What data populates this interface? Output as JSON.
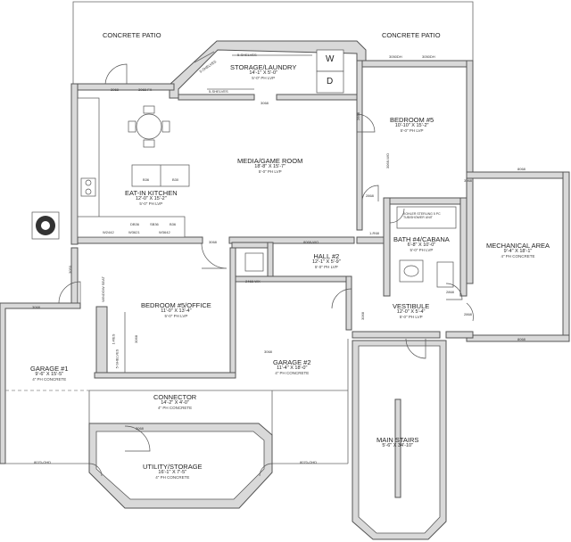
{
  "rooms": {
    "patio_left": {
      "name": "CONCRETE PATIO"
    },
    "patio_right": {
      "name": "CONCRETE PATIO"
    },
    "storage_laundry": {
      "name": "STORAGE/LAUNDRY",
      "size": "14'-1\" X 5'-0\"",
      "floor": "5'-0\" PH LVP"
    },
    "bedroom5": {
      "name": "BEDROOM #5",
      "size": "10'-10\" X 15'-2\"",
      "floor": "5'-0\" PH LVP"
    },
    "media": {
      "name": "MEDIA/GAME ROOM",
      "size": "18'-8\" X 15'-7\"",
      "floor": "5'-0\" PH LVP"
    },
    "kitchen": {
      "name": "EAT-IN KITCHEN",
      "size": "12'-0\" X 15'-2\"",
      "floor": "5'-0\" PH LVP"
    },
    "bath4": {
      "name": "BATH #4/CABANA",
      "size": "6'-8\" X 10'-0\"",
      "floor": "5'-0\" PH LVP"
    },
    "mechanical": {
      "name": "MECHANICAL AREA",
      "size": "9'-4\" X 18'-1\"",
      "floor": "4\" PH CONCRETE"
    },
    "hall2": {
      "name": "HALL #2",
      "size": "12'-1\" X 5'-9\"",
      "floor": "5'-0\" PH LVP"
    },
    "bedroom_office": {
      "name": "BEDROOM #5/OFFICE",
      "size": "11'-0\" X 13'-4\"",
      "floor": "5'-0\" PH LVP"
    },
    "vestibule": {
      "name": "VESTIBULE",
      "size": "12'-0\" X 5'-4\"",
      "floor": "5'-0\" PH LVP"
    },
    "garage1": {
      "name": "GARAGE #1",
      "size": "9'-6\" X 15'-5\"",
      "floor": "4\" PH CONCRETE"
    },
    "garage2": {
      "name": "GARAGE #2",
      "size": "11'-4\" X 18'-0\"",
      "floor": "4\" PH CONCRETE"
    },
    "connector": {
      "name": "CONNECTOR",
      "size": "14'-2\" X 4'-0\"",
      "floor": "4\" PH CONCRETE"
    },
    "utility": {
      "name": "UTILITY/STORAGE",
      "size": "16'-1\" X 7'-5\"",
      "floor": "4\" PH CONCRETE"
    },
    "main_stairs": {
      "name": "MAIN STAIRS",
      "size": "5'-6\" X 34'-10\""
    }
  },
  "labels": {
    "shelves_top": "5-SHELVES",
    "shelves_diag": "5-SHELVES",
    "shelves_bottom": "5-SHELVES",
    "shelves_office": "5-SHELVES",
    "washer": "W",
    "dryer": "D",
    "door_3068_fx": "3068-FX",
    "door_3068_a": "3068",
    "door_3068_b": "3068",
    "door_3068_c": "3068",
    "door_3068_d": "3068",
    "door_3068_e": "3068",
    "door_3068_f": "3068",
    "door_3068_g": "3068",
    "door_3050dh": "3050DH",
    "door_3050dh_b": "3050DH",
    "door_2868": "2868",
    "door_2868_b": "2868",
    "door_2868_c": "2868",
    "door_2668": "2668",
    "door_8068_wo": "8068-WO",
    "door_3068_wo": "3068-WO",
    "door_2468": "2468-WX",
    "door_1_r68": "1-R68",
    "door_8068_top": "8068",
    "door_8068_bot": "8068",
    "door_3050": "3050",
    "door_3068_mid": "3068",
    "garage_door_left": "8070-OHD",
    "garage_door_right": "8070-OHD",
    "window_seat": "WINDOW SEAT",
    "cab_w2442": "W2442",
    "cab_w3621": "W3621",
    "cab_w3642": "W3642",
    "cab_b36": "B36",
    "cab_b30": "B30",
    "cab_db36": "DB36",
    "cab_sb36": "SB36",
    "cab_b36b": "B36",
    "tub_label": "KOHLER STERLING 5 PC TUB/SHOWER UNIT",
    "office_1": "1-RES",
    "office_2": "3068"
  }
}
